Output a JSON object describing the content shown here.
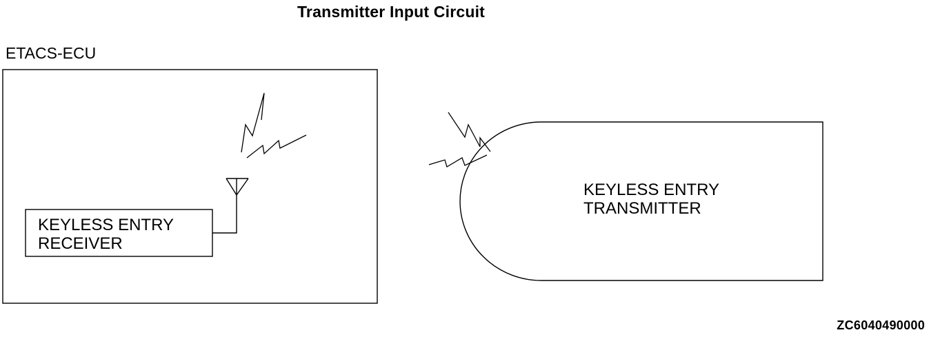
{
  "title": "Transmitter Input Circuit",
  "ecu": {
    "label": "ETACS-ECU",
    "receiver": {
      "line1": "KEYLESS ENTRY",
      "line2": "RECEIVER"
    }
  },
  "transmitter": {
    "line1": "KEYLESS ENTRY",
    "line2": "TRANSMITTER"
  },
  "figure_code": "ZC6040490000"
}
